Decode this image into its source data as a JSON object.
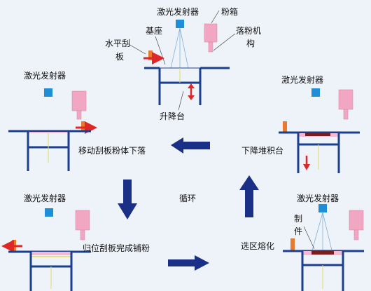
{
  "colors": {
    "background": "#eef3fa",
    "structure": "#1b3f8e",
    "flow_arrow": "#1a2f86",
    "laser": "#1e8ed8",
    "powder_box": "#f1a7c2",
    "scraper": "#e87a2e",
    "motion_arrow": "#e02727",
    "powder_layer": "#f5b9d4",
    "part": "#7a1d1d",
    "beam": "#7fb0d8",
    "rod": "#e2dc5a"
  },
  "icons": {
    "laser": "laser-emitter-icon",
    "powder": "powder-box-icon",
    "scraper": "scraper-icon",
    "flow_arrow": "flow-arrow-icon",
    "motion_arrow": "motion-arrow-icon"
  },
  "labels": {
    "laser": "激光发射器",
    "powder_box": "粉箱",
    "substrate": "基座",
    "scraper": [
      "水平刮",
      "板"
    ],
    "powder_mechanism": [
      "落粉机",
      "构"
    ],
    "lift_platform": "升降台",
    "step_move_scraper": "移动刮板粉体下落",
    "step_return_scraper": "归位刮板完成铺粉",
    "step_lower_platform": "下降堆积台",
    "step_selective_melt": "选区熔化",
    "cycle": "循环",
    "part": [
      "制",
      "件"
    ]
  }
}
